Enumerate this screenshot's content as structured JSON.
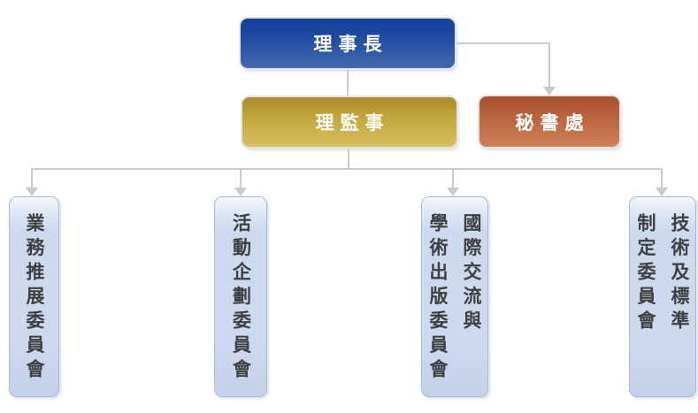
{
  "diagram": {
    "type": "org-chart",
    "nodes": {
      "chairman": {
        "label": "理事長"
      },
      "board": {
        "label": "理監事"
      },
      "secretariat": {
        "label": "秘書處"
      },
      "committees": [
        {
          "label": "業務推展委員會"
        },
        {
          "label": "活動企劃委員會"
        },
        {
          "label": "國際交流與\n學術出版委員會"
        },
        {
          "label": "技術及標準\n制定委員會"
        }
      ]
    },
    "edges": [
      {
        "from": "chairman",
        "to": "board",
        "style": "line"
      },
      {
        "from": "chairman",
        "to": "secretariat",
        "style": "elbow-arrow"
      },
      {
        "from": "board",
        "to": "業務推展委員會",
        "style": "elbow-arrow"
      },
      {
        "from": "board",
        "to": "活動企劃委員會",
        "style": "elbow-arrow"
      },
      {
        "from": "board",
        "to": "國際交流與學術出版委員會",
        "style": "elbow-arrow"
      },
      {
        "from": "board",
        "to": "技術及標準制定委員會",
        "style": "elbow-arrow"
      }
    ]
  },
  "colors": {
    "chairman-top": "#15409a",
    "chairman-bottom": "#4468ac",
    "board-top": "#aa8b29",
    "board-bottom": "#d8bf5f",
    "secretariat-top": "#a8502c",
    "secretariat-bottom": "#d08157",
    "committee-fill": "#ccd9ef",
    "committee-border": "#a6bade",
    "node-text": "#ffffff",
    "committee-text": "#3f3f3f",
    "connector": "#c9c9c9"
  }
}
